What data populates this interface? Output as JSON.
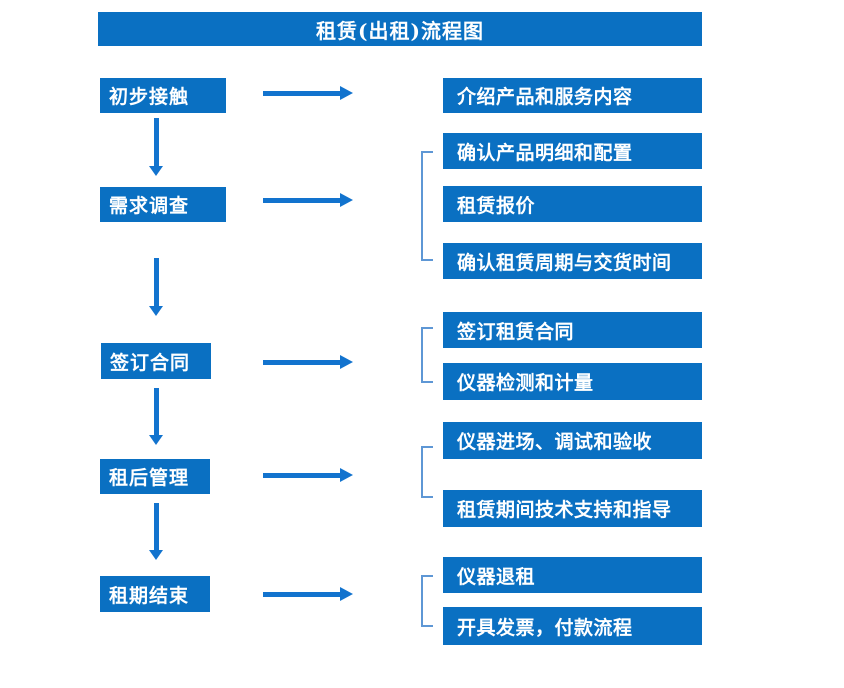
{
  "title": "租赁(出租)流程图",
  "colors": {
    "box": "#0a70c2",
    "arrow": "#1273ce",
    "bracket": "#5e97d5",
    "text": "#ffffff",
    "background": "#ffffff"
  },
  "stages": [
    {
      "label": "初步接触",
      "details": [
        "介绍产品和服务内容"
      ]
    },
    {
      "label": "需求调查",
      "details": [
        "确认产品明细和配置",
        "租赁报价",
        "确认租赁周期与交货时间"
      ]
    },
    {
      "label": "签订合同",
      "details": [
        "签订租赁合同",
        "仪器检测和计量"
      ]
    },
    {
      "label": "租后管理",
      "details": [
        "仪器进场、调试和验收",
        "租赁期间技术支持和指导"
      ]
    },
    {
      "label": "租期结束",
      "details": [
        "仪器退租",
        "开具发票，付款流程"
      ]
    }
  ]
}
